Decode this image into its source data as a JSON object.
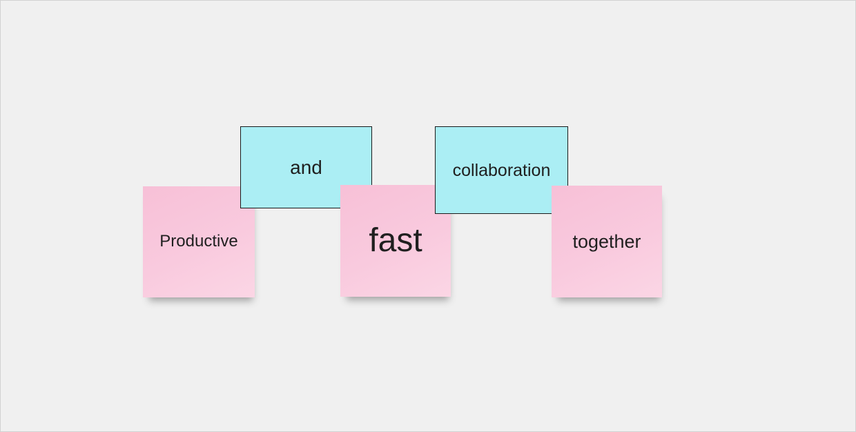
{
  "board": {
    "background_color": "#f0f0f0",
    "notes": [
      {
        "id": "productive",
        "label": "Productive",
        "color": "#f9cade",
        "shape": "square-sticky"
      },
      {
        "id": "fast",
        "label": "fast",
        "color": "#f9cade",
        "shape": "square-sticky"
      },
      {
        "id": "together",
        "label": "together",
        "color": "#f9cade",
        "shape": "square-sticky"
      }
    ],
    "shapes": [
      {
        "id": "and",
        "label": "and",
        "color": "#abeef4",
        "border_color": "#1a1a1a",
        "shape": "rectangle"
      },
      {
        "id": "collaboration",
        "label": "collaboration",
        "color": "#abeef4",
        "border_color": "#1a1a1a",
        "shape": "rectangle"
      }
    ]
  }
}
